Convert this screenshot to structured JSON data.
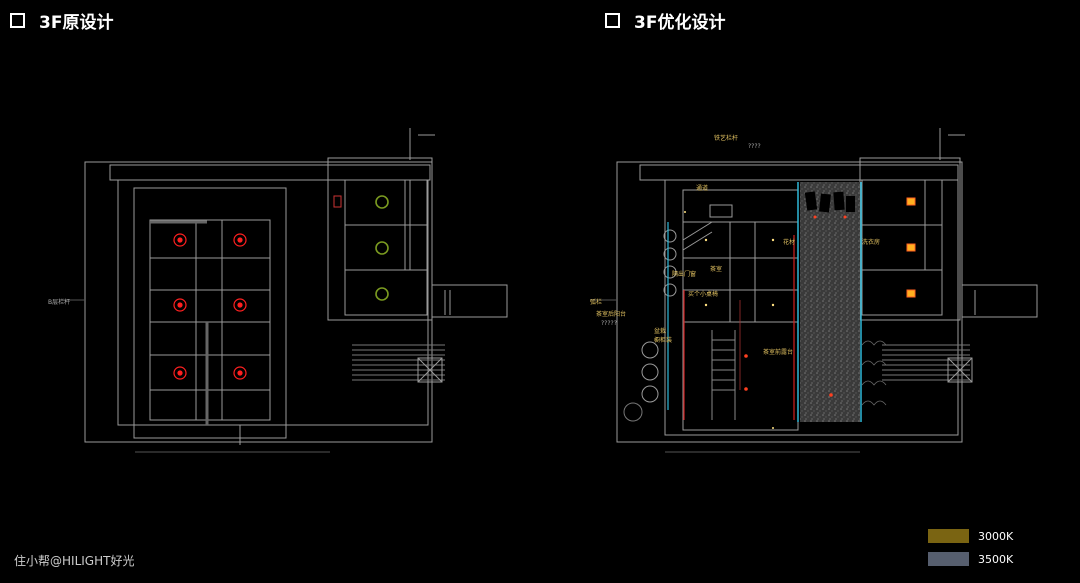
{
  "titles": {
    "original": "3F原设计",
    "optimized": "3F优化设计"
  },
  "left_labels": {
    "railing": "B层栏杆"
  },
  "right_labels": {
    "iron_railing": "铁艺栏杆",
    "qqq": "????",
    "corridor": "通道",
    "flower": "花材",
    "wash": "洗衣房",
    "tea_room": "茶室",
    "tea_gate": "隔出门窗",
    "buy_small": "买个小桌椅",
    "arc": "弧栏",
    "balcony": "茶室后阳台",
    "q5": "?????",
    "bonsai": "盆栽",
    "shelf": "橱柜装",
    "front_balcony": "茶室前露台"
  },
  "legend": [
    {
      "label": "3000K",
      "color": "#7a6412"
    },
    {
      "label": "3500K",
      "color": "#565e6e"
    }
  ],
  "credit": "住小帮@HILIGHT好光"
}
